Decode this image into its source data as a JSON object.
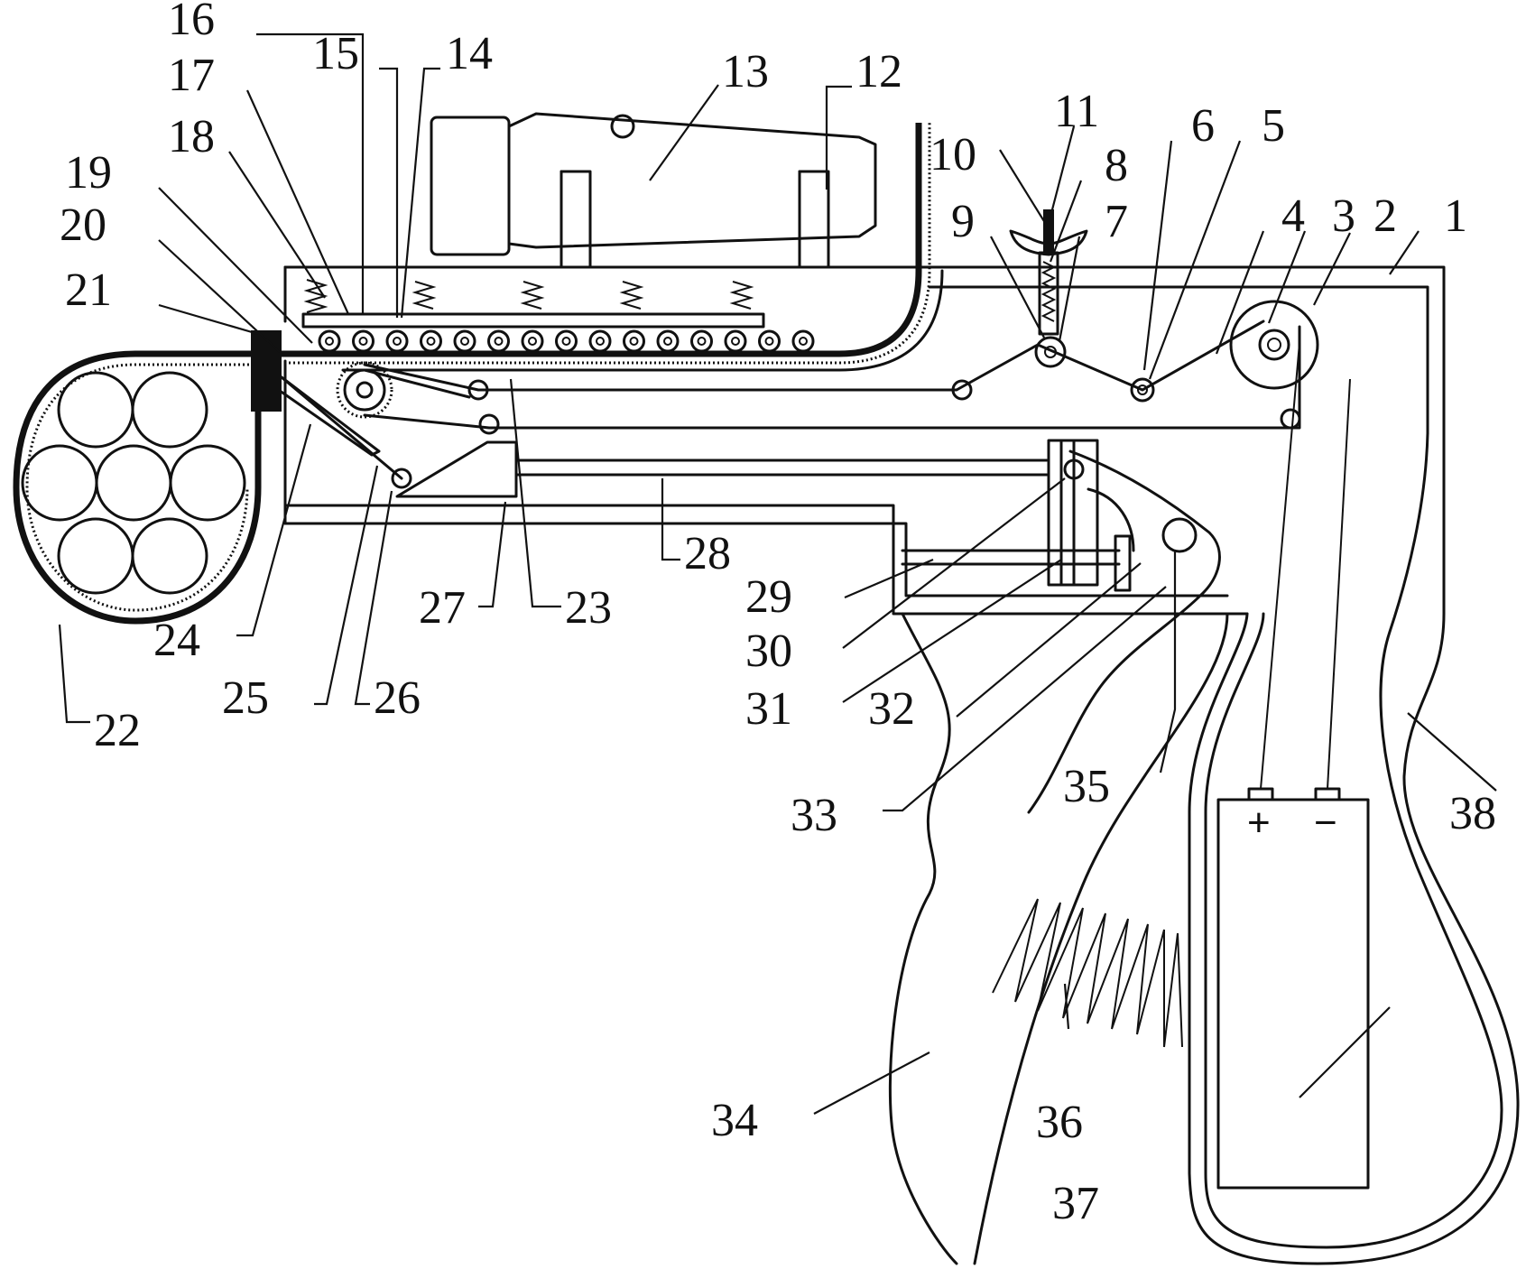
{
  "figure": {
    "labels": [
      {
        "id": "1",
        "text": "1"
      },
      {
        "id": "2",
        "text": "2"
      },
      {
        "id": "3",
        "text": "3"
      },
      {
        "id": "4",
        "text": "4"
      },
      {
        "id": "5",
        "text": "5"
      },
      {
        "id": "6",
        "text": "6"
      },
      {
        "id": "7",
        "text": "7"
      },
      {
        "id": "8",
        "text": "8"
      },
      {
        "id": "9",
        "text": "9"
      },
      {
        "id": "10",
        "text": "10"
      },
      {
        "id": "11",
        "text": "11"
      },
      {
        "id": "12",
        "text": "12"
      },
      {
        "id": "13",
        "text": "13"
      },
      {
        "id": "14",
        "text": "14"
      },
      {
        "id": "15",
        "text": "15"
      },
      {
        "id": "16",
        "text": "16"
      },
      {
        "id": "17",
        "text": "17"
      },
      {
        "id": "18",
        "text": "18"
      },
      {
        "id": "19",
        "text": "19"
      },
      {
        "id": "20",
        "text": "20"
      },
      {
        "id": "21",
        "text": "21"
      },
      {
        "id": "22",
        "text": "22"
      },
      {
        "id": "23",
        "text": "23"
      },
      {
        "id": "24",
        "text": "24"
      },
      {
        "id": "25",
        "text": "25"
      },
      {
        "id": "26",
        "text": "26"
      },
      {
        "id": "27",
        "text": "27"
      },
      {
        "id": "28",
        "text": "28"
      },
      {
        "id": "29",
        "text": "29"
      },
      {
        "id": "30",
        "text": "30"
      },
      {
        "id": "31",
        "text": "31"
      },
      {
        "id": "32",
        "text": "32"
      },
      {
        "id": "33",
        "text": "33"
      },
      {
        "id": "34",
        "text": "34"
      },
      {
        "id": "35",
        "text": "35"
      },
      {
        "id": "36",
        "text": "36"
      },
      {
        "id": "37",
        "text": "37"
      },
      {
        "id": "38",
        "text": "38"
      }
    ],
    "battery": {
      "plus": "+",
      "minus": "−"
    }
  }
}
